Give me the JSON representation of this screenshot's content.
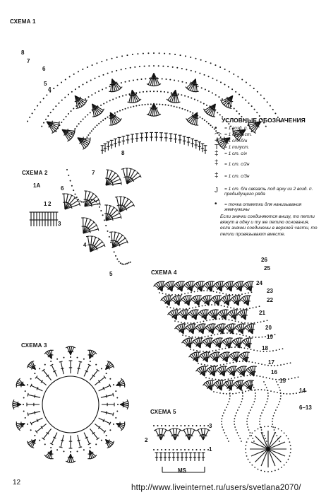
{
  "schemes": {
    "s1": "СХЕМА 1",
    "s2": "СХЕМА 2",
    "s3": "СХЕМА 3",
    "s4": "СХЕМА 4",
    "s5": "СХЕМА 5"
  },
  "scheme1_rows": [
    "8",
    "7",
    "6",
    "5",
    "4"
  ],
  "scheme2_rows": [
    "8",
    "7",
    "6",
    "5",
    "4",
    "3",
    "2",
    "1",
    "1A"
  ],
  "scheme4_rows": [
    "26",
    "25",
    "24",
    "23",
    "22",
    "21",
    "20",
    "19",
    "18",
    "17",
    "16",
    "15",
    "14",
    "6–13"
  ],
  "scheme5_rows": [
    "3",
    "2",
    "1"
  ],
  "scheme5_ms": "MS",
  "legend": {
    "title": "УСЛОВНЫЕ ОБОЗНАЧЕНИЯ",
    "items": [
      {
        "sym": "•",
        "text": "= 1 возд. п."
      },
      {
        "sym": "⌒",
        "text": "= 1 соед. ст."
      },
      {
        "sym": "+",
        "text": "= 1 ст. б/н"
      },
      {
        "sym": "T",
        "text": "= 1 полуст."
      },
      {
        "sym": "‡",
        "text": "= 1 ст. с/н"
      },
      {
        "sym": "‡",
        "text": "= 1 ст. с/2н"
      },
      {
        "sym": "‡",
        "text": "= 1 ст. с/3н"
      },
      {
        "sym": "J",
        "text": "= 1 ст. б/н связать под арку из 2 возд. п. предыдущего ряда"
      },
      {
        "sym": "•",
        "text": "= точка отметки для нанизывания жемчужины"
      }
    ]
  },
  "note": "Если значки соединяются внизу, то петли вяжут в одну и ту же петлю основания, если значки соединены в верхней части, то петли провязывают вместе.",
  "page_number": "12",
  "url": "http://www.liveinternet.ru/users/svetlana2070/"
}
